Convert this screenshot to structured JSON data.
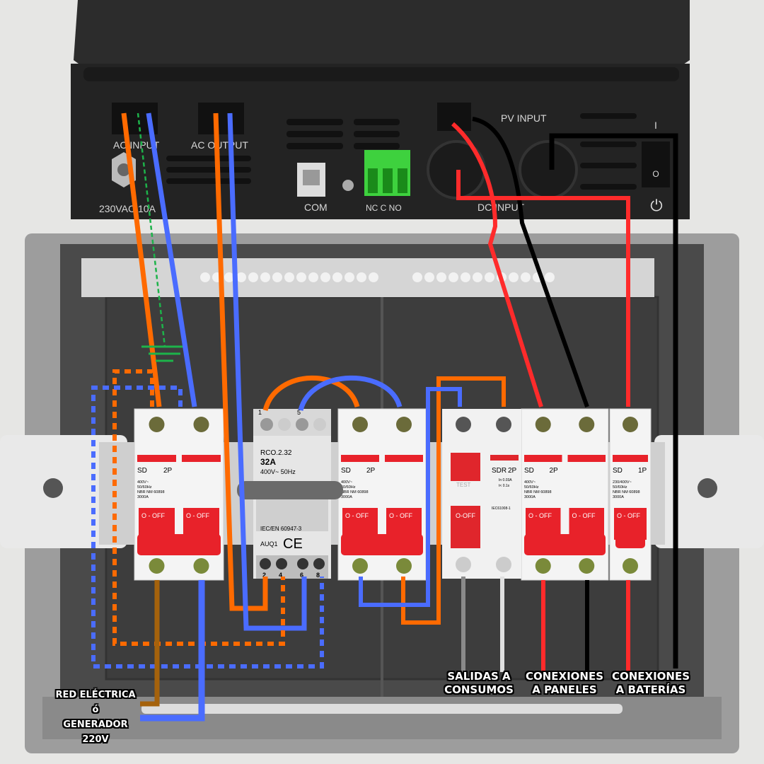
{
  "inverter": {
    "ac_input": "AC INPUT",
    "ac_output": "AC OUTPUT",
    "ac_rating": "230VAC 10A",
    "com": "COM",
    "relay": "NC C NO",
    "pv_input": "PV INPUT",
    "dc_input": "DC INPUT",
    "switch_on": "I",
    "switch_off": "O"
  },
  "breakers": [
    {
      "type": "SD",
      "poles": "2P",
      "spec": [
        "400V~",
        "50/60Hz",
        "NBR NM 60898",
        "3000A"
      ],
      "handle": "O - OFF"
    },
    {
      "type": "SD",
      "poles": "2P",
      "spec": [
        "400V~",
        "50/60Hz",
        "NBR NM 60898",
        "3000A"
      ],
      "handle": "O - OFF"
    },
    {
      "type": "SD",
      "poles": "2P",
      "spec": [
        "400V~",
        "50/60Hz",
        "NBR NM 60898",
        "3000A"
      ],
      "handle": "O - OFF"
    },
    {
      "type": "SD",
      "poles": "1P",
      "spec": [
        "230/400V~",
        "50/60Hz",
        "NBR NM 60898",
        "3000A"
      ],
      "handle": "O - OFF"
    }
  ],
  "changeover": {
    "model": "RCO.2.32",
    "current": "32A",
    "rating": "400V~ 50Hz",
    "standard": "IEC/EN 60947-3",
    "code": "AUQ1",
    "mark": "CE",
    "top_terminals": [
      "1",
      "5"
    ],
    "bottom_terminals": [
      "2",
      "4",
      "6",
      "8"
    ]
  },
  "rcd": {
    "type": "SDR",
    "poles": "2P",
    "test": "TEST",
    "handle": "O-OFF",
    "spec": [
      "In 0.03A",
      "t< 0.1s",
      "IEC61008-1"
    ]
  },
  "labels": {
    "grid": [
      "RED ELÉCTRICA",
      "ó",
      "GENERADOR",
      "220V"
    ],
    "loads": [
      "SALIDAS A",
      "CONSUMOS"
    ],
    "panels": [
      "CONEXIONES",
      "A PANELES"
    ],
    "batteries": [
      "CONEXIONES",
      "A BATERÍAS"
    ]
  },
  "colors": {
    "phase": "#ff6a00",
    "neutral": "#4a6cff",
    "earth": "#1db34a",
    "pv_pos": "#ff2b2b",
    "neg": "#000000",
    "breaker": "#e8222a"
  }
}
